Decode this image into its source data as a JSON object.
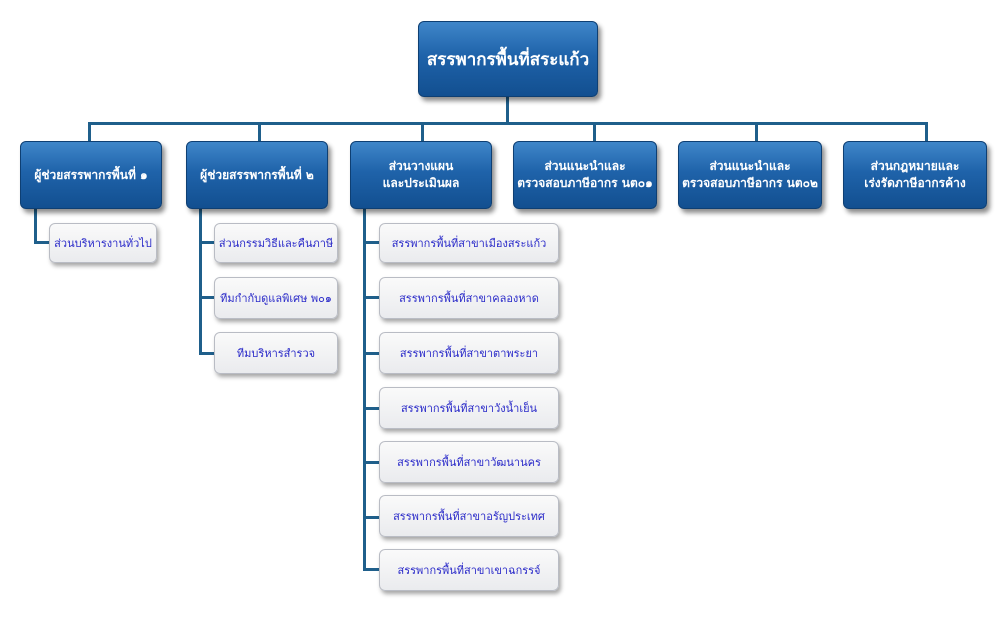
{
  "root": {
    "label": "สรรพากรพื้นที่สระแก้ว"
  },
  "level1": [
    {
      "lines": [
        "ผู้ช่วยสรรพากรพื้นที่ ๑"
      ]
    },
    {
      "lines": [
        "ผู้ช่วยสรรพากรพื้นที่ ๒"
      ]
    },
    {
      "lines": [
        "ส่วนวางแผน",
        "และประเมินผล"
      ]
    },
    {
      "lines": [
        "ส่วนแนะนำและ",
        "ตรวจสอบภาษีอากร นต๐๑"
      ]
    },
    {
      "lines": [
        "ส่วนแนะนำและ",
        "ตรวจสอบภาษีอากร นต๐๒"
      ]
    },
    {
      "lines": [
        "ส่วนกฎหมายและ",
        "เร่งรัดภาษีอากรค้าง"
      ]
    }
  ],
  "col1_children": [
    "ส่วนบริหารงานทั่วไป"
  ],
  "col2_children": [
    "ส่วนกรรมวิธีและคืนภาษี",
    "ทีมกำกับดูแลพิเศษ พ๐๑",
    "ทีมบริหารสำรวจ"
  ],
  "col3_children": [
    "สรรพากรพื้นที่สาขาเมืองสระแก้ว",
    "สรรพากรพื้นที่สาขาคลองหาด",
    "สรรพากรพื้นที่สาขาตาพระยา",
    "สรรพากรพื้นที่สาขาวังน้ำเย็น",
    "สรรพากรพื้นที่สาขาวัฒนานคร",
    "สรรพากรพื้นที่สาขาอรัญประเทศ",
    "สรรพากรพื้นที่สาขาเขาฉกรรจ์"
  ]
}
